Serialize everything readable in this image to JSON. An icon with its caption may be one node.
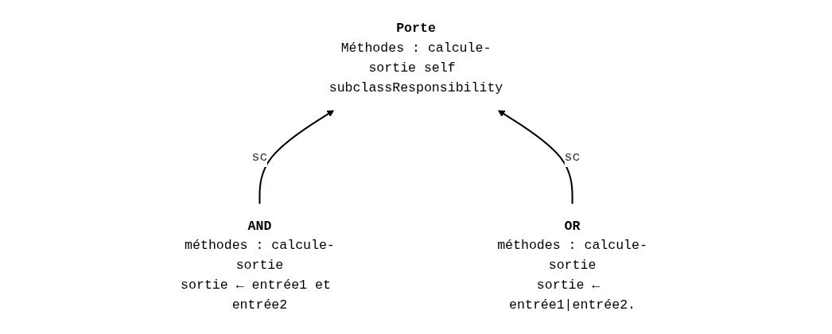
{
  "diagram": {
    "nodes": [
      {
        "text": [
          "Porte",
          "Méthodes : calcule-sortie self subclassResponsibility"
        ]
      },
      {
        "text": [
          "AND",
          "méthodes : calcule-sortie",
          "sortie ← entrée1 et entrée2"
        ]
      },
      {
        "text": [
          "OR",
          "méthodes : calcule-sortie",
          "sortie ← entrée1|entrée2."
        ]
      }
    ],
    "edges": [
      {
        "from": 1,
        "to": 0,
        "arrow": "to",
        "label": "sc"
      },
      {
        "from": 2,
        "to": 0,
        "arrow": "to",
        "label": "sc"
      }
    ]
  }
}
